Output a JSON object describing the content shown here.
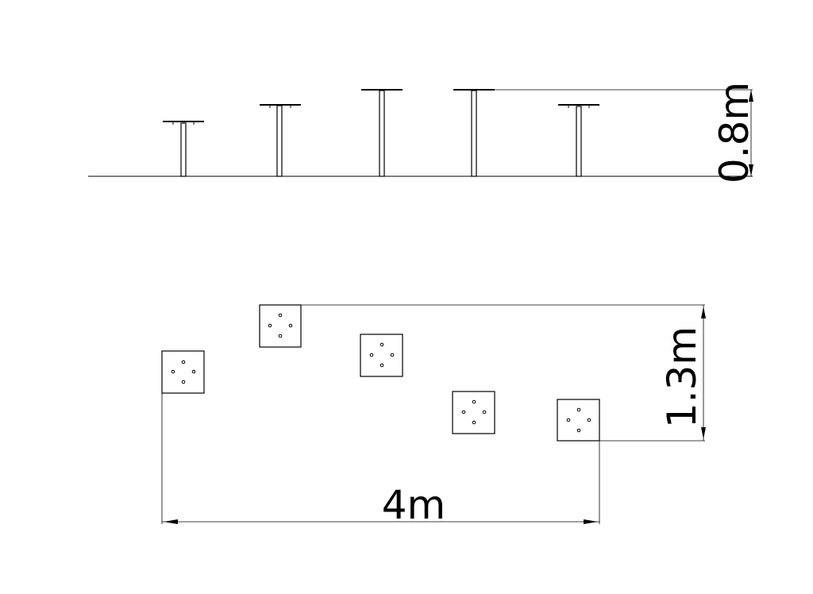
{
  "elevation": {
    "height_dimension": "0.8m",
    "post_count": 5
  },
  "plan": {
    "width_dimension": "4m",
    "depth_dimension": "1.3m",
    "pad_count": 5,
    "dots_per_pad": 4
  }
}
